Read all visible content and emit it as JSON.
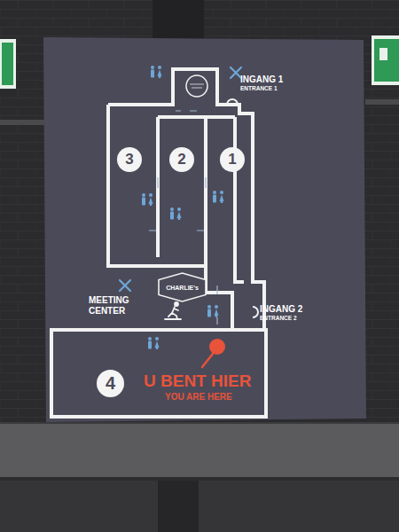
{
  "diagram": {
    "nodes": [
      {
        "text": [
          "3"
        ]
      },
      {
        "text": [
          "2"
        ]
      },
      {
        "text": [
          "1"
        ]
      },
      {
        "text": [
          "CHARLIE's"
        ]
      },
      {
        "text": [
          "4"
        ]
      }
    ],
    "labels": [
      "INGANG 1",
      "ENTRANCE 1",
      "MEETING CENTER",
      "INGANG 2",
      "ENTRANCE 2",
      "U BENT HIER",
      "YOU ARE HERE"
    ]
  }
}
